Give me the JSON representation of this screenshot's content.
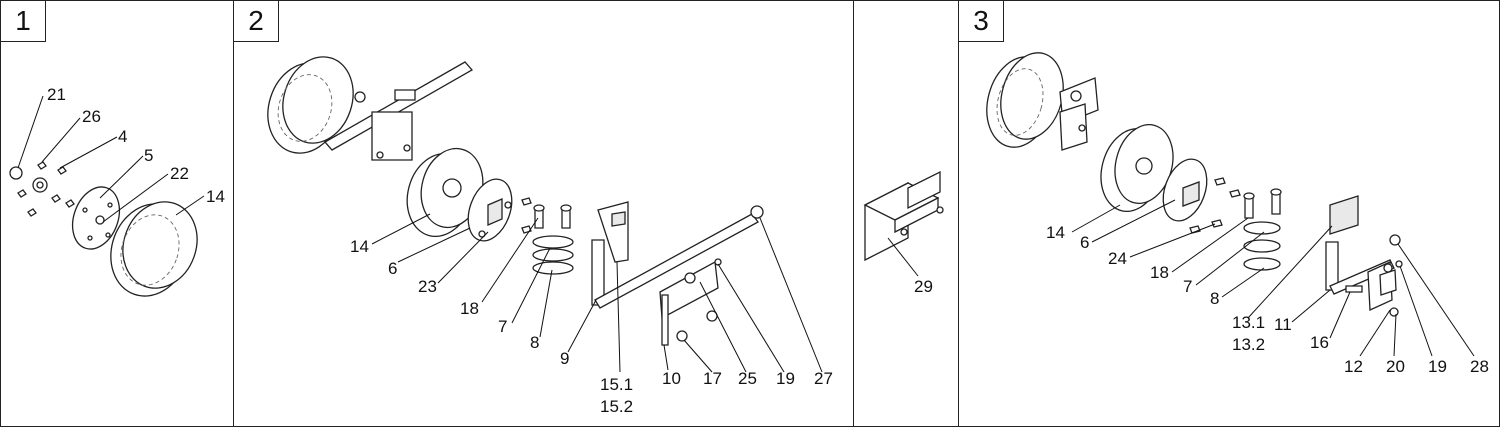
{
  "panels": [
    {
      "tag": "1",
      "labels": [
        "21",
        "26",
        "4",
        "5",
        "22",
        "14"
      ]
    },
    {
      "tag": "2",
      "labels": [
        "14",
        "6",
        "23",
        "18",
        "7",
        "8",
        "9",
        "15.1",
        "15.2",
        "10",
        "17",
        "25",
        "19",
        "27"
      ]
    },
    {
      "tag": "",
      "labels": [
        "29"
      ]
    },
    {
      "tag": "3",
      "labels": [
        "14",
        "6",
        "24",
        "18",
        "7",
        "8",
        "13.1",
        "13.2",
        "11",
        "16",
        "12",
        "20",
        "19",
        "28"
      ]
    }
  ]
}
